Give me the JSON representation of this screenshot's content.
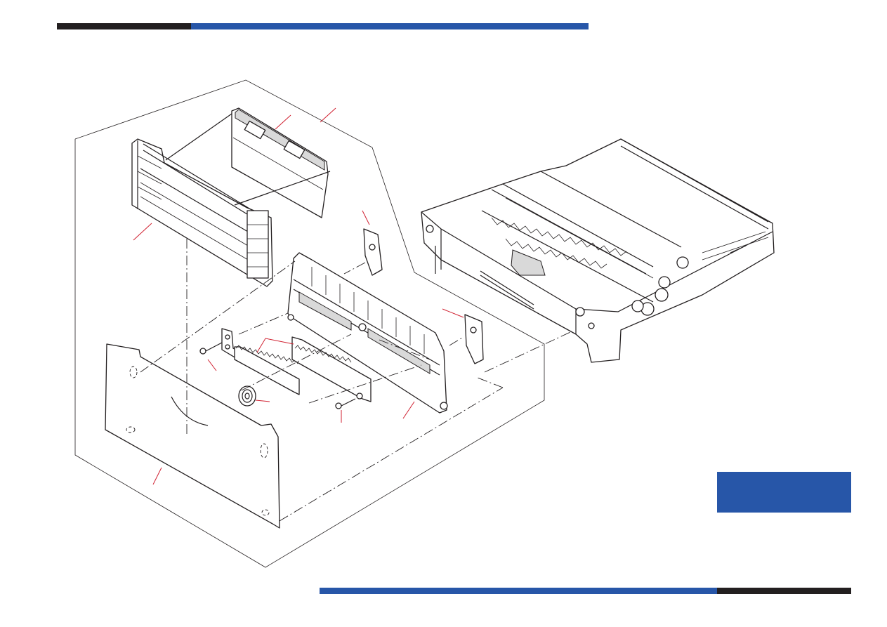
{
  "header": {
    "bar_colors": {
      "dark": "#231f20",
      "blue": "#2756a8"
    }
  },
  "footer": {
    "bar_colors": {
      "dark": "#231f20",
      "blue": "#2756a8"
    }
  },
  "tab": {
    "label": "",
    "color": "#2756a8"
  },
  "diagram": {
    "leader_color": "#d02030",
    "parts": [
      {
        "id": "hinged-flap"
      },
      {
        "id": "rear-guide"
      },
      {
        "id": "front-cover"
      },
      {
        "id": "center-guide-frame"
      },
      {
        "id": "left-bracket"
      },
      {
        "id": "right-bracket"
      },
      {
        "id": "rack-gear"
      },
      {
        "id": "pinion-gear"
      },
      {
        "id": "screw-left"
      },
      {
        "id": "screw-right"
      },
      {
        "id": "duplex-unit-assembly"
      }
    ]
  }
}
